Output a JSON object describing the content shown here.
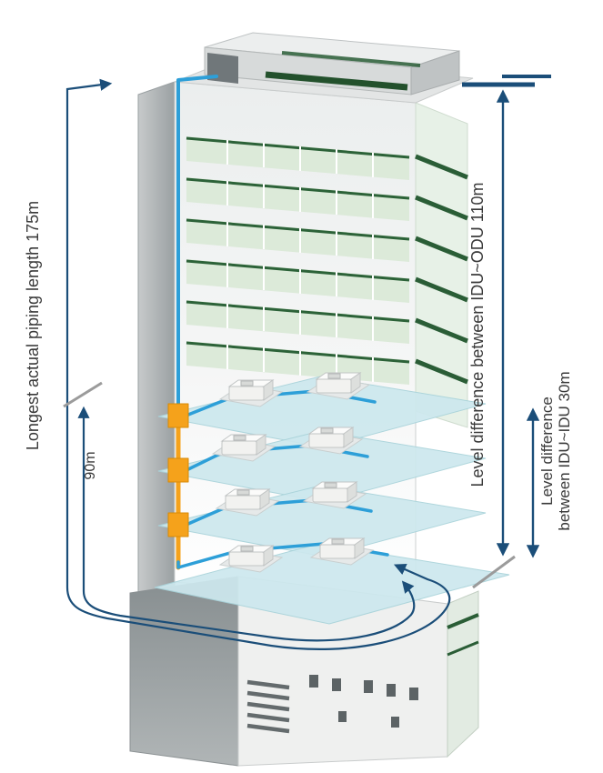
{
  "figure": {
    "type": "isometric-building-vrf-piping-diagram",
    "labels": {
      "longest_piping": "Longest actual piping length 175m",
      "riser_height": "90m",
      "level_idu_odu": "Level difference between IDU~ODU 110m",
      "level_idu_idu_line1": "Level difference",
      "level_idu_idu_line2": "between IDU~IDU 30m"
    },
    "colors": {
      "pipe_blue": "#2d9fd8",
      "branch_orange": "#f5a21b",
      "measure_navy": "#1b4e79",
      "floor_teal": "#cde8ee",
      "glass_green": "#dcead9",
      "accent_green": "#275e33",
      "label_text": "#3a3a3a",
      "tick_gray": "#9b9b9b"
    }
  }
}
